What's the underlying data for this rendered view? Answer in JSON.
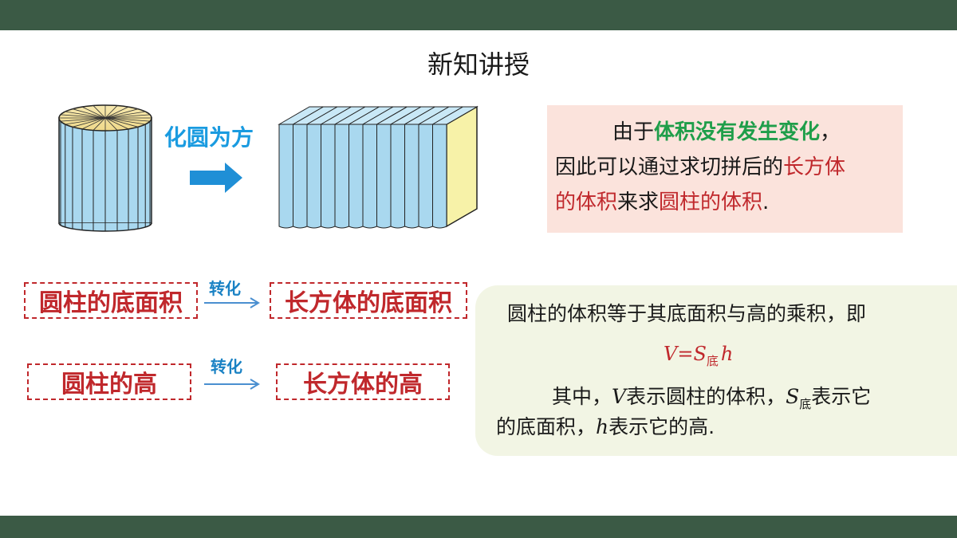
{
  "page": {
    "title": "新知讲授",
    "colors": {
      "bar": "#3b5a45",
      "accent_red": "#c0282c",
      "accent_green": "#1f9e4a",
      "accent_blue": "#1a82c4"
    }
  },
  "figure": {
    "label": "化圆为方"
  },
  "callout_1": {
    "p1": "由于",
    "p2": "体积没有发生变化",
    "p3": "，",
    "p4": "因此可以通过求切拼后的",
    "p5": "长方体",
    "p6": "的体积",
    "p7": "来求",
    "p8": "圆柱的体积",
    "p9": "."
  },
  "conversion": {
    "row1_left": "圆柱的底面积",
    "row1_arrow": "转化",
    "row1_right": "长方体的底面积",
    "row2_left": "圆柱的高",
    "row2_arrow": "转化",
    "row2_right": "长方体的高"
  },
  "callout_2": {
    "line1": "圆柱的体积等于其底面积与高的乘积，即",
    "formula_v": "V",
    "formula_eq": "=",
    "formula_s": "S",
    "formula_sub": "底",
    "formula_h": "h",
    "l3a": "其中，",
    "l3b": "V",
    "l3c": "表示圆柱的体积，",
    "l3d": "S",
    "l3e": "底",
    "l3f": "表示它",
    "l4a": "的底面积，",
    "l4b": "h",
    "l4c": "表示它的高."
  }
}
